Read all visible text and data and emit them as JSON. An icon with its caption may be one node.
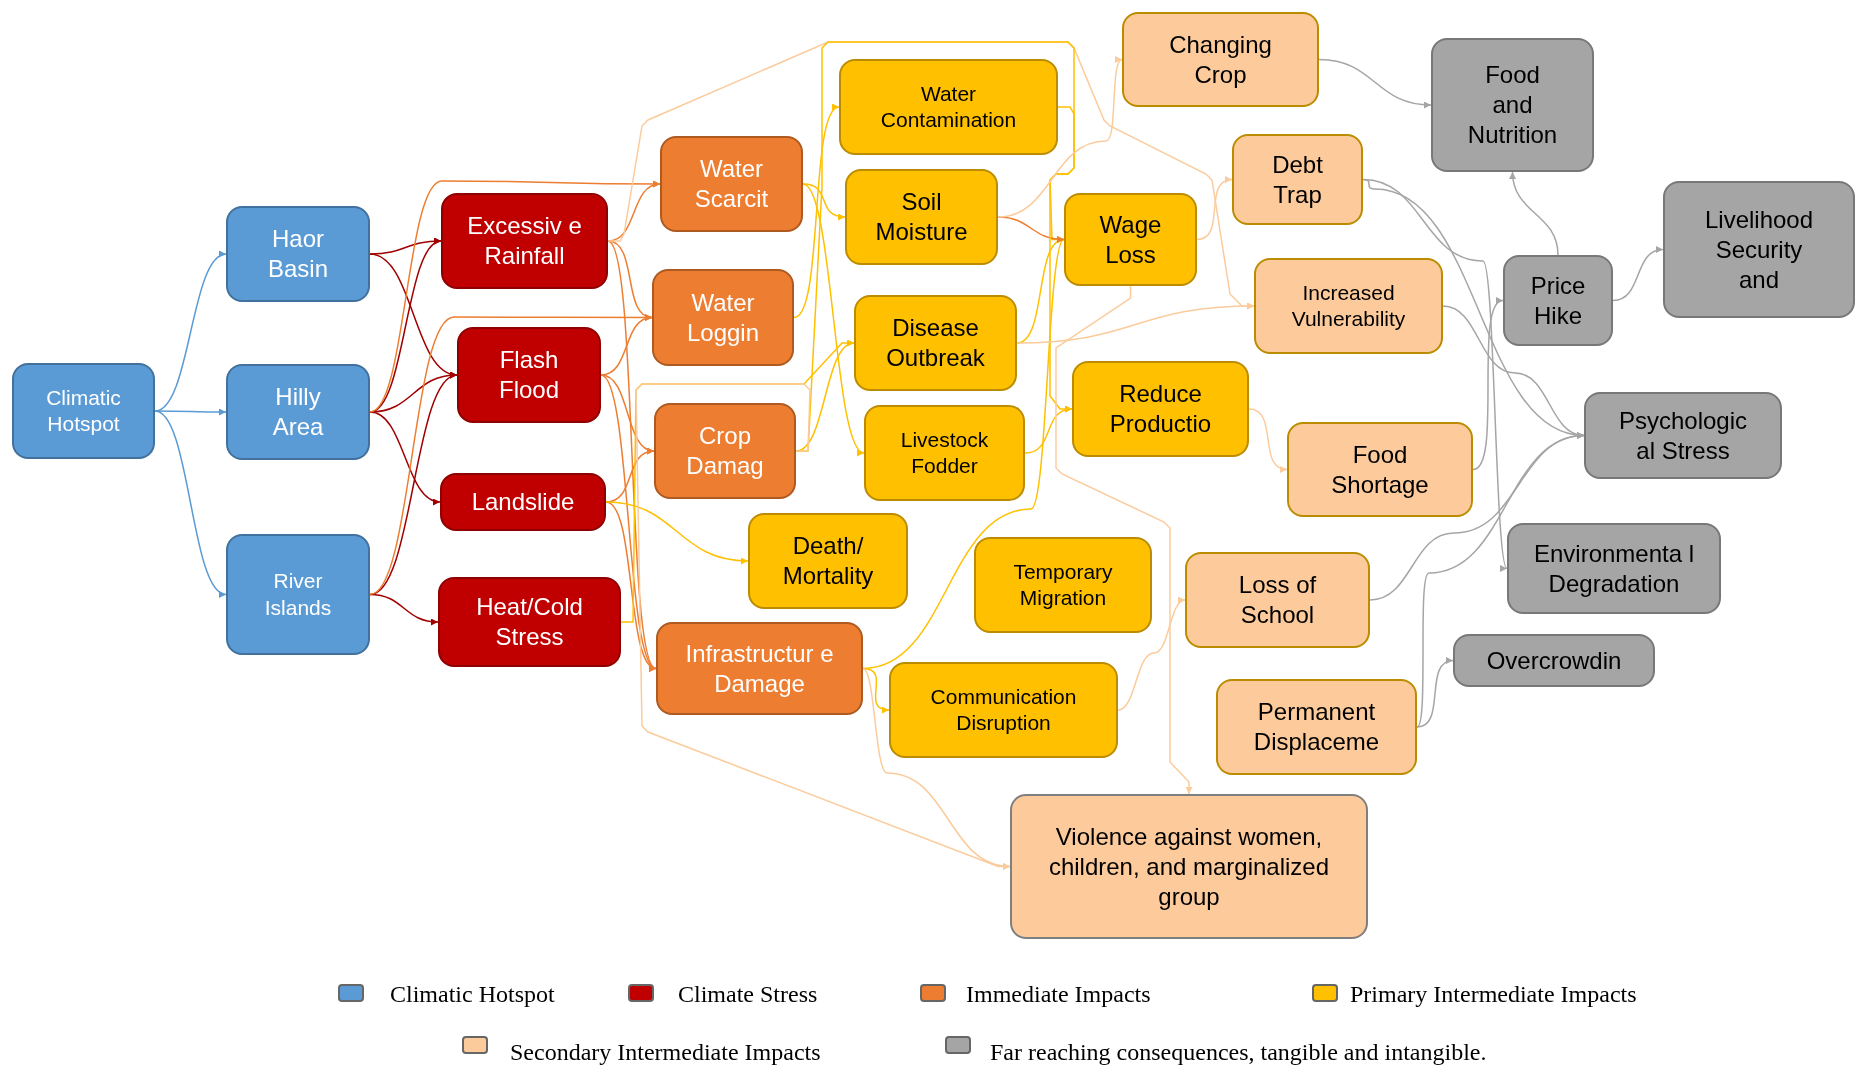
{
  "diagram": {
    "nodes": [
      {
        "text": [
          "Climatic Hotspot"
        ]
      },
      {
        "text": [
          "Haor Basin"
        ]
      },
      {
        "text": [
          "Hilly Area"
        ]
      },
      {
        "text": [
          "River Islands"
        ]
      },
      {
        "text": [
          "Excessiv e Rainfall"
        ]
      },
      {
        "text": [
          "Flash Flood"
        ]
      },
      {
        "text": [
          "Landslide"
        ]
      },
      {
        "text": [
          "Heat/Cold Stress"
        ]
      },
      {
        "text": [
          "Water Scarcit"
        ]
      },
      {
        "text": [
          "Water Loggin"
        ]
      },
      {
        "text": [
          "Crop Damag"
        ]
      },
      {
        "text": [
          "Infrastructur e Damage"
        ]
      },
      {
        "text": [
          "Water Contamination"
        ]
      },
      {
        "text": [
          "Soil Moisture"
        ]
      },
      {
        "text": [
          "Disease Outbreak"
        ]
      },
      {
        "text": [
          "Livestock Fodder"
        ]
      },
      {
        "text": [
          "Death/ Mortality"
        ]
      },
      {
        "text": [
          "Temporary Migration"
        ]
      },
      {
        "text": [
          "Communication Disruption"
        ]
      },
      {
        "text": [
          "Wage Loss"
        ]
      },
      {
        "text": [
          "Reduce Productio"
        ]
      },
      {
        "text": [
          "Changing Crop"
        ]
      },
      {
        "text": [
          "Debt Trap"
        ]
      },
      {
        "text": [
          "Increased Vulnerability"
        ]
      },
      {
        "text": [
          "Food Shortage"
        ]
      },
      {
        "text": [
          "Loss of School"
        ]
      },
      {
        "text": [
          "Permanent Displaceme"
        ]
      },
      {
        "text": [
          "Violence against women, children, and marginalized group"
        ]
      },
      {
        "text": [
          "Food and Nutrition"
        ]
      },
      {
        "text": [
          "Livelihood Security and"
        ]
      },
      {
        "text": [
          "Price Hike"
        ]
      },
      {
        "text": [
          "Psychologic al Stress"
        ]
      },
      {
        "text": [
          "Environmenta l Degradation"
        ]
      },
      {
        "text": [
          "Overcrowdin"
        ]
      }
    ],
    "edges": [
      {
        "from": 0,
        "to": 1,
        "arrow": "to",
        "color": "#5b9bd5"
      },
      {
        "from": 0,
        "to": 2,
        "arrow": "to",
        "color": "#5b9bd5"
      },
      {
        "from": 0,
        "to": 3,
        "arrow": "to",
        "color": "#5b9bd5"
      },
      {
        "from": 1,
        "to": 4,
        "arrow": "to",
        "color": "#a00000"
      },
      {
        "from": 1,
        "to": 5,
        "arrow": "to",
        "color": "#a00000"
      },
      {
        "from": 2,
        "to": 4,
        "arrow": "to",
        "color": "#a00000"
      },
      {
        "from": 2,
        "to": 5,
        "arrow": "to",
        "color": "#a00000"
      },
      {
        "from": 2,
        "to": 6,
        "arrow": "to",
        "color": "#a00000"
      },
      {
        "from": 3,
        "to": 5,
        "arrow": "to",
        "color": "#a00000"
      },
      {
        "from": 3,
        "to": 7,
        "arrow": "to",
        "color": "#a00000"
      },
      {
        "from": 2,
        "to": 8,
        "arrow": "to",
        "color": "#ed7d31"
      },
      {
        "from": 4,
        "to": 8,
        "arrow": "to",
        "color": "#ed7d31"
      },
      {
        "from": 3,
        "to": 9,
        "arrow": "to",
        "color": "#ed7d31"
      },
      {
        "from": 4,
        "to": 9,
        "arrow": "to",
        "color": "#ed7d31"
      },
      {
        "from": 5,
        "to": 9,
        "arrow": "to",
        "color": "#ed7d31"
      },
      {
        "from": 5,
        "to": 10,
        "arrow": "to",
        "color": "#ed7d31"
      },
      {
        "from": 6,
        "to": 10,
        "arrow": "to",
        "color": "#ed7d31"
      },
      {
        "from": 4,
        "to": 11,
        "arrow": "to",
        "color": "#ed7d31"
      },
      {
        "from": 5,
        "to": 11,
        "arrow": "to",
        "color": "#ed7d31"
      },
      {
        "from": 6,
        "to": 11,
        "arrow": "to",
        "color": "#ed7d31"
      },
      {
        "from": 4,
        "to": 23,
        "arrow": "to",
        "color": "#fbcb9c"
      },
      {
        "from": 9,
        "to": 12,
        "arrow": "to",
        "color": "#ffc000"
      },
      {
        "from": 8,
        "to": 13,
        "arrow": "to",
        "color": "#ffc000"
      },
      {
        "from": 8,
        "to": 15,
        "arrow": "to",
        "color": "#ffc000"
      },
      {
        "from": 10,
        "to": 14,
        "arrow": "to",
        "color": "#ffc000"
      },
      {
        "from": 7,
        "to": 14,
        "arrow": "to",
        "color": "#ffc000"
      },
      {
        "from": 6,
        "to": 16,
        "arrow": "to",
        "color": "#ffc000"
      },
      {
        "from": 11,
        "to": 18,
        "arrow": "to",
        "color": "#ffc000"
      },
      {
        "from": 10,
        "to": 19,
        "arrow": "to",
        "color": "#ffc000"
      },
      {
        "from": 11,
        "to": 19,
        "arrow": "to",
        "color": "#ffc000"
      },
      {
        "from": 14,
        "to": 19,
        "arrow": "to",
        "color": "#ffc000"
      },
      {
        "from": 13,
        "to": 19,
        "arrow": "to",
        "color": "#ed7d31"
      },
      {
        "from": 15,
        "to": 20,
        "arrow": "to",
        "color": "#ffc000"
      },
      {
        "from": 12,
        "to": 20,
        "arrow": "to",
        "color": "#ffc000"
      },
      {
        "from": 13,
        "to": 21,
        "arrow": "to",
        "color": "#fbcb9c"
      },
      {
        "from": 19,
        "to": 22,
        "arrow": "to",
        "color": "#fbcb9c"
      },
      {
        "from": 14,
        "to": 23,
        "arrow": "to",
        "color": "#fbcb9c"
      },
      {
        "from": 20,
        "to": 24,
        "arrow": "to",
        "color": "#fbcb9c"
      },
      {
        "from": 18,
        "to": 25,
        "arrow": "to",
        "color": "#fbcb9c"
      },
      {
        "from": 10,
        "to": 27,
        "arrow": "to",
        "color": "#fbcb9c"
      },
      {
        "from": 11,
        "to": 27,
        "arrow": "to",
        "color": "#fbcb9c"
      },
      {
        "from": 19,
        "to": 27,
        "arrow": "to",
        "color": "#fbcb9c"
      },
      {
        "from": 21,
        "to": 28,
        "arrow": "to",
        "color": "#a5a5a5"
      },
      {
        "from": 30,
        "to": 28,
        "arrow": "to",
        "color": "#a5a5a5"
      },
      {
        "from": 30,
        "to": 29,
        "arrow": "to",
        "color": "#a5a5a5"
      },
      {
        "from": 24,
        "to": 30,
        "arrow": "to",
        "color": "#a5a5a5"
      },
      {
        "from": 22,
        "to": 31,
        "arrow": "to",
        "color": "#a5a5a5"
      },
      {
        "from": 23,
        "to": 31,
        "arrow": "to",
        "color": "#a5a5a5"
      },
      {
        "from": 25,
        "to": 31,
        "arrow": "to",
        "color": "#a5a5a5"
      },
      {
        "from": 26,
        "to": 31,
        "arrow": "to",
        "color": "#a5a5a5"
      },
      {
        "from": 22,
        "to": 32,
        "arrow": "to",
        "color": "#a5a5a5"
      },
      {
        "from": 26,
        "to": 33,
        "arrow": "to",
        "color": "#a5a5a5"
      }
    ],
    "legend": [
      {
        "text": "Climatic Hotspot",
        "color": "#5b9bd5"
      },
      {
        "text": "Climate Stress",
        "color": "#c00000"
      },
      {
        "text": "Immediate Impacts",
        "color": "#ed7d31"
      },
      {
        "text": "Primary Intermediate Impacts",
        "color": "#ffc000"
      },
      {
        "text": "Secondary Intermediate Impacts",
        "color": "#fbcb9c"
      },
      {
        "text": "Far reaching consequences, tangible and intangible.",
        "color": "#a5a5a5"
      }
    ]
  }
}
